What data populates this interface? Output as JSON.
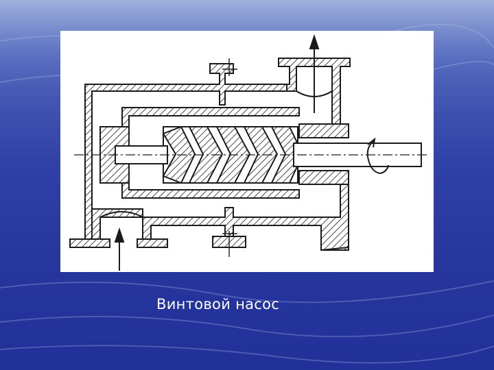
{
  "slide": {
    "caption": "Винтовой насос",
    "background_colors": [
      "#6f86c6",
      "#2f40a6",
      "#22309a"
    ],
    "figure_background": "#ffffff",
    "drawing_color": "#1a1a1a"
  },
  "diagram": {
    "components": [
      "pump-housing",
      "screw-rotor",
      "drive-shaft",
      "inlet-port",
      "outlet-port",
      "rotation-arrow"
    ]
  }
}
